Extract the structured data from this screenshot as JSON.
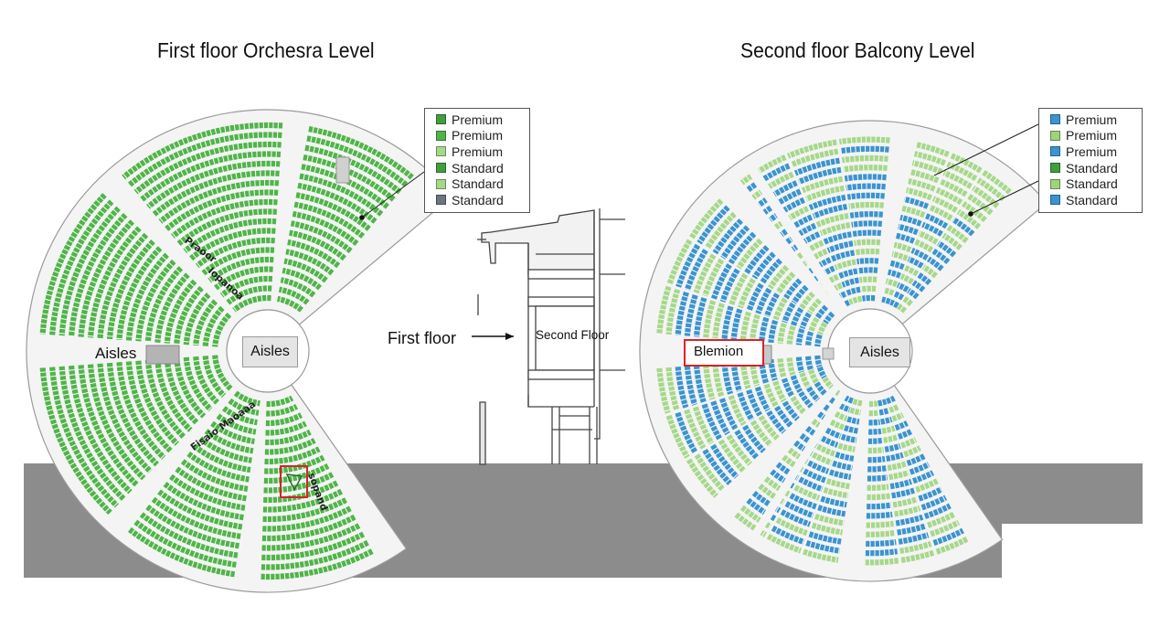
{
  "titles": {
    "first": "First floor Orchesra Level",
    "second": "Second floor Balcony Level"
  },
  "legend_first": [
    {
      "label": "Premium",
      "color": "#3f9f3c"
    },
    {
      "label": "Premium",
      "color": "#4fb548"
    },
    {
      "label": "Premium",
      "color": "#a6d889"
    },
    {
      "label": "Standard",
      "color": "#3f9f3c"
    },
    {
      "label": "Standard",
      "color": "#a6d889"
    },
    {
      "label": "Standard",
      "color": "#6e7380"
    }
  ],
  "legend_second": [
    {
      "label": "Premium",
      "color": "#3a94d0"
    },
    {
      "label": "Premium",
      "color": "#9fd27a"
    },
    {
      "label": "Premium",
      "color": "#3a94d0"
    },
    {
      "label": "Standard",
      "color": "#3f9f3c"
    },
    {
      "label": "Standard",
      "color": "#9fd27a"
    },
    {
      "label": "Standard",
      "color": "#3a94d0"
    }
  ],
  "first_floor": {
    "aisle_left": "Aisles",
    "aisle_center": "Aisles",
    "section_label_1": "Praoor",
    "section_label_2": "Iopanoa",
    "section_label_3": "Fisaio Maoaaa",
    "section_label_4": "sopand"
  },
  "section_view": {
    "first_floor": "First floor",
    "second_floor": "Second Floor"
  },
  "second_floor": {
    "highlight": "Blemion",
    "aisle_center": "Aisles"
  },
  "colors": {
    "green": "#4fb548",
    "light_green": "#a6d889",
    "blue": "#3a94d0",
    "ground": "#8c8c8c",
    "highlight": "#d8232a"
  }
}
